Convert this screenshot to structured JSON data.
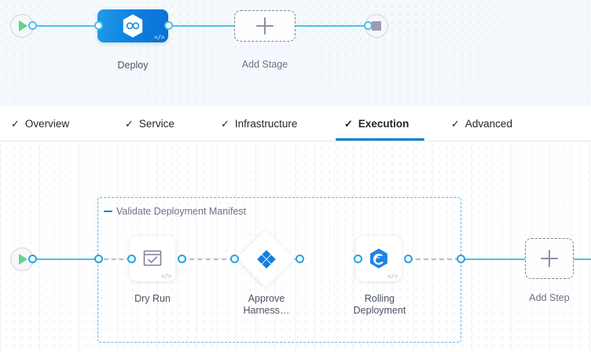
{
  "stage_canvas": {
    "start_node": {
      "icon": "play-icon"
    },
    "end_node": {
      "icon": "stop-square-icon"
    },
    "nodes": [
      {
        "id": "deploy",
        "label": "Deploy",
        "icon": "harness-hexagon-infinity-icon",
        "badge": "</>",
        "type": "stage"
      },
      {
        "id": "add-stage",
        "label": "Add Stage",
        "icon": "plus-icon",
        "type": "add"
      }
    ]
  },
  "tabs": {
    "items": [
      {
        "label": "Overview",
        "tick": "✓",
        "active": false
      },
      {
        "label": "Service",
        "tick": "✓",
        "active": false
      },
      {
        "label": "Infrastructure",
        "tick": "✓",
        "active": false
      },
      {
        "label": "Execution",
        "tick": "✓",
        "active": true
      },
      {
        "label": "Advanced",
        "tick": "✓",
        "active": false
      }
    ],
    "active_index": 3,
    "active_underline_color": "#0b7fd4"
  },
  "step_canvas": {
    "start_node": {
      "icon": "play-icon"
    },
    "group": {
      "title": "Validate Deployment Manifest",
      "collapse_icon": "minus-icon",
      "border_color": "#5cb8ea"
    },
    "steps": [
      {
        "id": "dry-run",
        "label": "Dry Run",
        "icon": "window-check-icon",
        "badge": "</>",
        "shape": "rounded-square"
      },
      {
        "id": "approve-harness",
        "label": "Approve\nHarness…",
        "icon": "harness-approval-diamond-icon",
        "shape": "diamond"
      },
      {
        "id": "rolling-deployment",
        "label": "Rolling\nDeployment",
        "icon": "rolling-deployment-hexagon-icon",
        "badge": "</>",
        "shape": "rounded-square"
      }
    ],
    "add_step": {
      "label": "Add Step",
      "icon": "plus-icon"
    }
  },
  "colors": {
    "accent_blue": "#0b7fd4",
    "connector_blue": "#4ec0e8",
    "node_blue": "#1f8eea",
    "start_green": "#5fd38d",
    "stop_gray": "#9b9bb4",
    "dash_gray": "#b6bdc9",
    "stage_canvas_bg": "#f3f9fc",
    "step_canvas_bg": "#ffffff"
  }
}
